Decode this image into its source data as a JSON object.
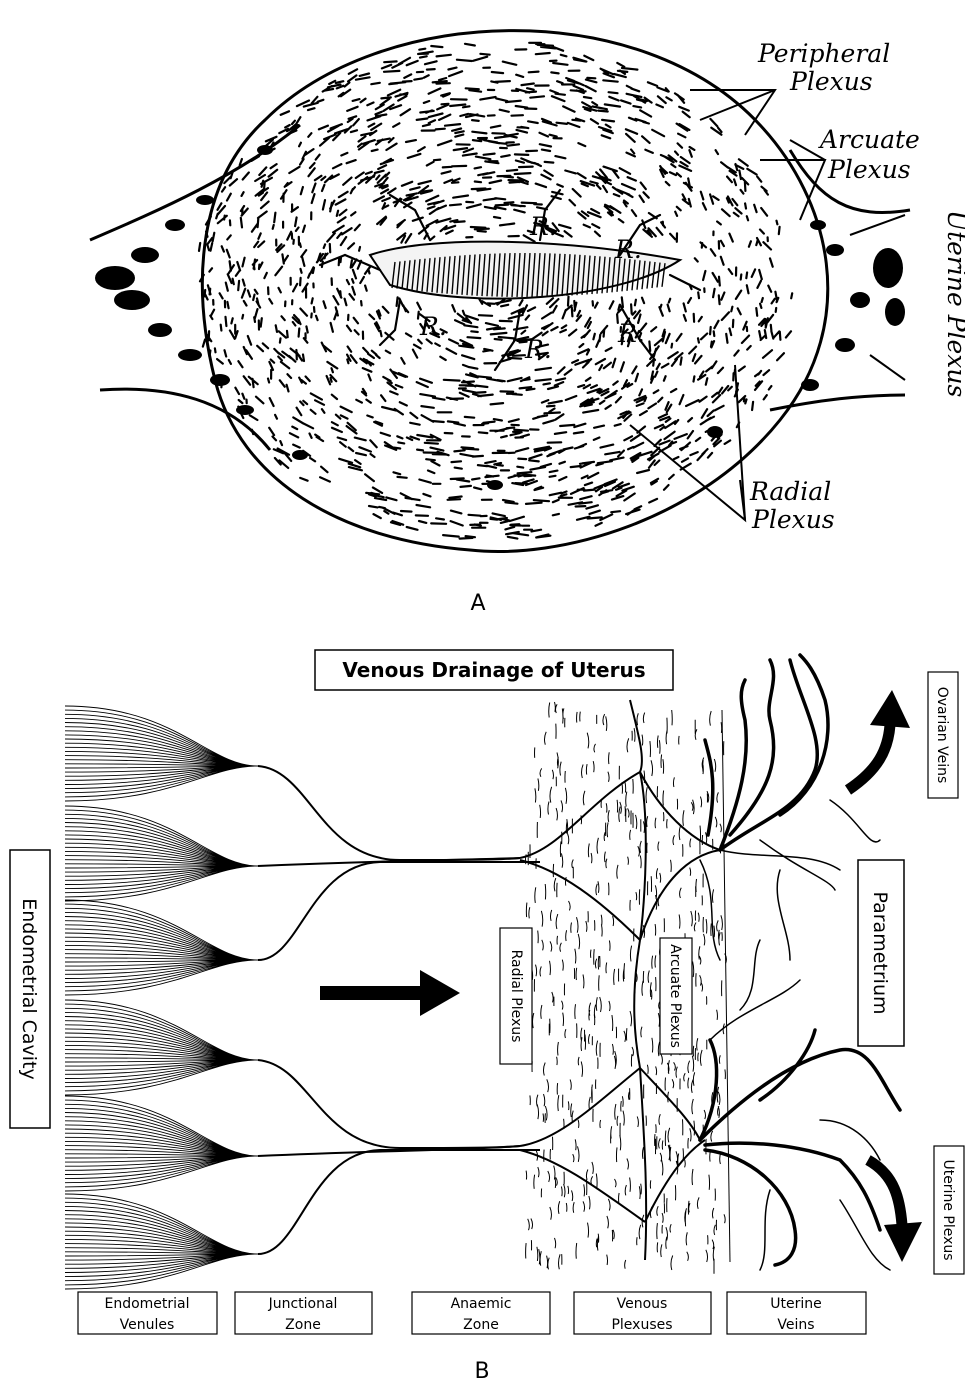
{
  "panel_a": {
    "letter": "A",
    "labels": {
      "peripheral_1": "Peripheral",
      "peripheral_2": "Plexus",
      "arcuate_1": "Arcuate",
      "arcuate_2": "Plexus",
      "uterine": "Uterine Plexus",
      "radial_1": "Radial",
      "radial_2": "Plexus",
      "r_marks": [
        "R.",
        "R.",
        "R.",
        "R.",
        "R."
      ]
    }
  },
  "panel_b": {
    "letter": "B",
    "title": "Venous Drainage of Uterus",
    "side_labels": {
      "endometrial_cavity": "Endometrial Cavity",
      "parametrium": "Parametrium",
      "radial_plexus": "Radial Plexus",
      "arcuate_plexus": "Arcuate Plexus",
      "ovarian_veins": "Ovarian Veins",
      "uterine_plexus": "Uterine Plexus"
    },
    "zones": [
      {
        "line1": "Endometrial",
        "line2": "Venules"
      },
      {
        "line1": "Junctional",
        "line2": "Zone"
      },
      {
        "line1": "Anaemic",
        "line2": "Zone"
      },
      {
        "line1": "Venous",
        "line2": "Plexuses"
      },
      {
        "line1": "Uterine",
        "line2": "Veins"
      }
    ]
  }
}
